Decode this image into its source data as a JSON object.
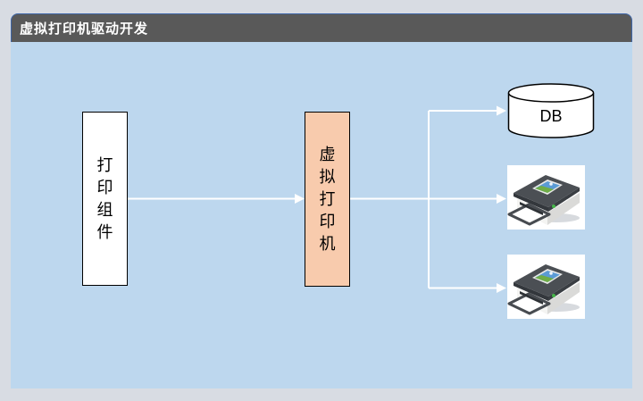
{
  "titlebar": {
    "title": "虚拟打印机驱动开发"
  },
  "diagram": {
    "source_box": {
      "label": "打印组件"
    },
    "hub_box": {
      "label": "虚拟打印机"
    },
    "db": {
      "label": "DB"
    },
    "printers": [
      {
        "icon": "printer-icon"
      },
      {
        "icon": "printer-icon"
      }
    ],
    "edges": [
      {
        "from": "打印组件",
        "to": "虚拟打印机"
      },
      {
        "from": "虚拟打印机",
        "to": "DB"
      },
      {
        "from": "虚拟打印机",
        "to": "printer-1"
      },
      {
        "from": "虚拟打印机",
        "to": "printer-2"
      }
    ]
  },
  "colors": {
    "outer_background": "#D8DCE3",
    "panel_background": "#BDD7EE",
    "titlebar_background": "#595959",
    "titlebar_border": "#3E66A8",
    "titlebar_text": "#FFFFFF",
    "hub_box_fill": "#F8CBAD",
    "source_box_fill": "#FFFFFF",
    "node_border": "#000000",
    "connector": "#FFFFFF"
  }
}
